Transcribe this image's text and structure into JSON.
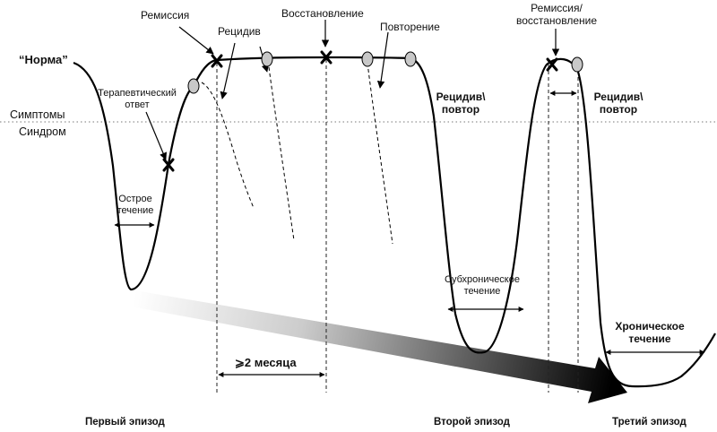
{
  "labels": {
    "norma": "“Норма”",
    "remission": "Ремиссия",
    "relapse": "Рецидив",
    "recovery": "Восстановление",
    "recurrence": "Повторение",
    "remission_recovery_1": "Ремиссия/",
    "remission_recovery_2": "восстановление",
    "therapeutic_response_1": "Терапевтический",
    "therapeutic_response_2": "ответ",
    "symptoms": "Симптомы",
    "syndrome": "Синдром",
    "acute_course_1": "Острое",
    "acute_course_2": "течение",
    "relapse_recurrence_1a": "Рецидив\\",
    "relapse_recurrence_1b": "повтор",
    "relapse_recurrence_2a": "Рецидив\\",
    "relapse_recurrence_2b": "повтор",
    "subchronic_course_1": "Субхроническое",
    "subchronic_course_2": "течение",
    "chronic_course_1": "Хроническое",
    "chronic_course_2": "течение",
    "duration": "⩾2 месяца",
    "episode_1": "Первый эпизод",
    "episode_2": "Второй эпизод",
    "episode_3": "Третий эпизод"
  },
  "colors": {
    "line": "#000000",
    "marker_fill": "#c8c8c8",
    "threshold": "#777777"
  }
}
